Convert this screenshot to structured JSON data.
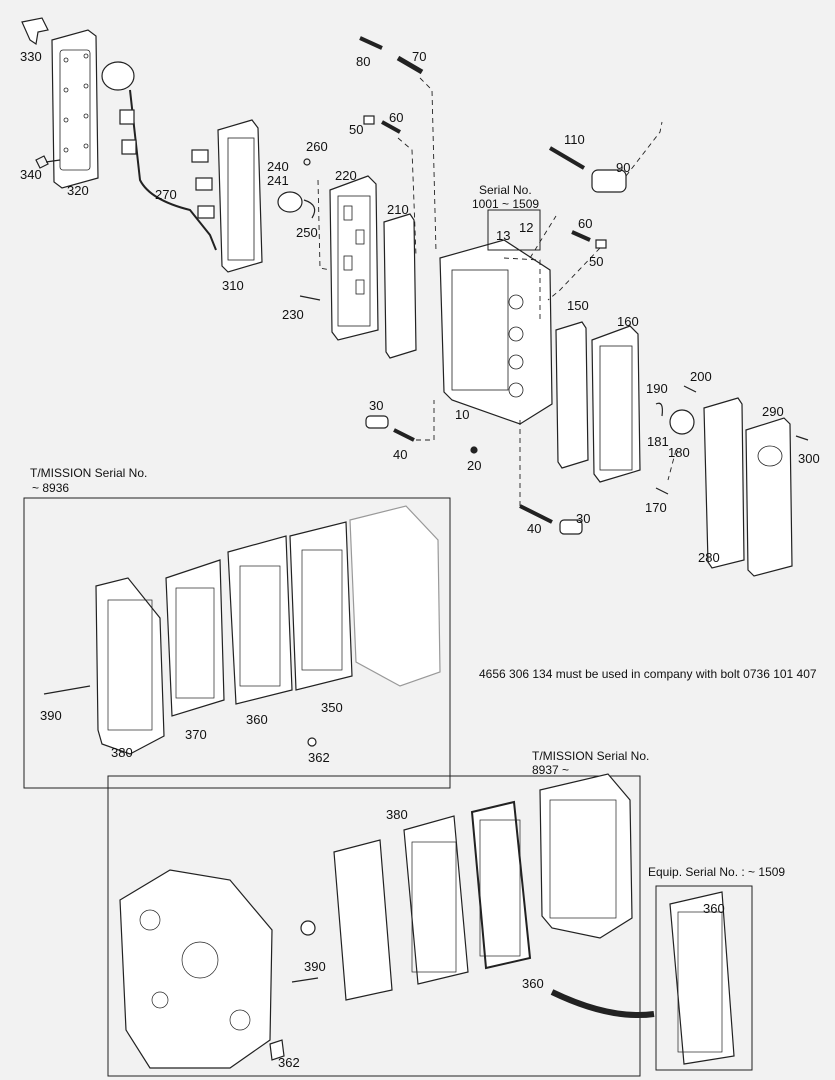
{
  "diagram": {
    "part_labels": [
      "330",
      "340",
      "320",
      "270",
      "310",
      "80",
      "70",
      "50",
      "60",
      "260",
      "240",
      "241",
      "220",
      "250",
      "230",
      "210",
      "110",
      "90",
      "60",
      "50",
      "13",
      "12",
      "150",
      "160",
      "190",
      "181",
      "180",
      "200",
      "290",
      "300",
      "30",
      "40",
      "10",
      "20",
      "170",
      "280",
      "40",
      "30",
      "390",
      "380",
      "370",
      "360",
      "350",
      "362",
      "380",
      "390",
      "360",
      "362",
      "360"
    ],
    "notes": {
      "serial_no_1": "Serial No.",
      "serial_no_2": "1001 ~ 1509",
      "tmission_old_1": "T/MISSION Serial No.",
      "tmission_old_2": "~ 8936",
      "bolt_note": "4656 306 134 must be used in company with bolt 0736 101 407",
      "tmission_new_1": "T/MISSION Serial No.",
      "tmission_new_2": "8937 ~",
      "equip_serial": "Equip. Serial No. :   ~ 1509"
    }
  }
}
